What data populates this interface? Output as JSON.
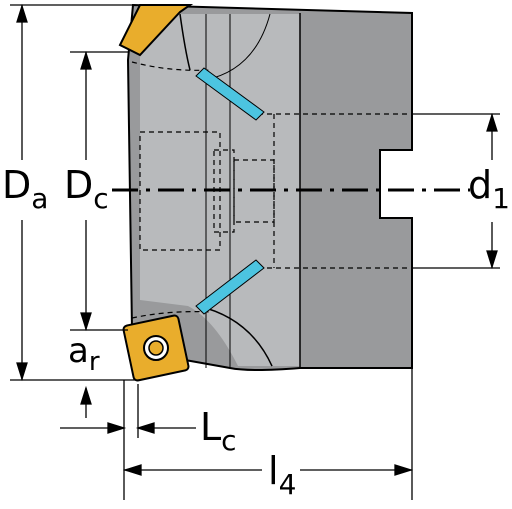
{
  "labels": {
    "outer_main": "D",
    "outer_sub": "a",
    "cut_main": "D",
    "cut_sub": "c",
    "bore_main": "d",
    "bore_sub": "1",
    "radial_main": "a",
    "radial_sub": "r",
    "lc_main": "L",
    "lc_sub": "c",
    "l4_main": "l",
    "l4_sub": "4"
  },
  "colors": {
    "body": "#999a9c",
    "body_light": "#b8babc",
    "insert": "#e9ad2c",
    "coolant": "#4cc4e0",
    "lines": "#000000"
  }
}
